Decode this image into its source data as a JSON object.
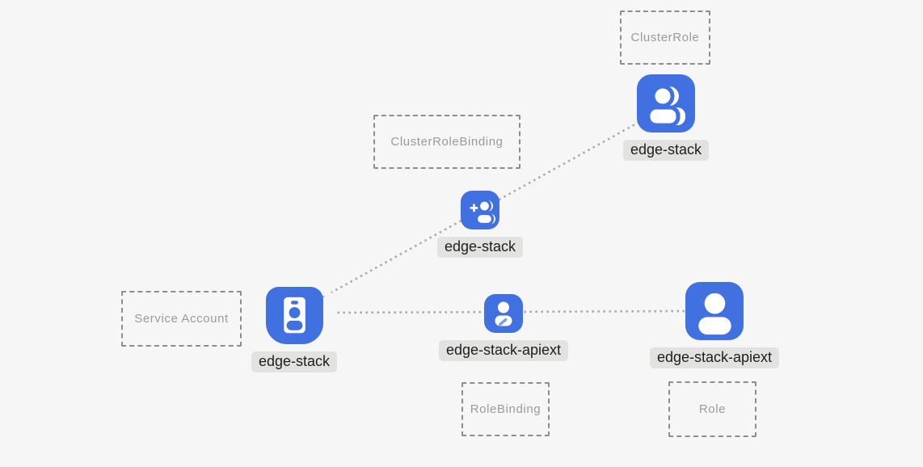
{
  "colors": {
    "background": "#f5f6f5",
    "node_blue": "#4170e0",
    "label_bg": "#e2e3e1",
    "label_text": "#1e1e1e",
    "box_border": "#8d8d8d",
    "box_text": "#9b9b9b",
    "edge_dots": "#ababab",
    "arrowhead": "#9a9a9a"
  },
  "type_boxes": [
    {
      "label": "ClusterRole"
    },
    {
      "label": "ClusterRoleBinding"
    },
    {
      "label": "Service Account"
    },
    {
      "label": "RoleBinding"
    },
    {
      "label": "Role"
    }
  ],
  "nodes": [
    {
      "id": "clusterrole",
      "label": "edge-stack",
      "icon": "users-icon"
    },
    {
      "id": "clusterrolebinding",
      "label": "edge-stack",
      "icon": "user-plus-icon"
    },
    {
      "id": "serviceaccount",
      "label": "edge-stack",
      "icon": "id-badge-icon"
    },
    {
      "id": "rolebinding",
      "label": "edge-stack-apiext",
      "icon": "user-edit-icon"
    },
    {
      "id": "role",
      "label": "edge-stack-apiext",
      "icon": "user-icon"
    }
  ],
  "edges": [
    {
      "from": "clusterrole (edge-stack)",
      "via": "clusterrolebinding (edge-stack)",
      "to": "serviceaccount (edge-stack)",
      "style": "dotted-arrow"
    },
    {
      "from": "role (edge-stack-apiext)",
      "via": "rolebinding (edge-stack-apiext)",
      "to": "serviceaccount (edge-stack)",
      "style": "dotted-arrow"
    }
  ]
}
